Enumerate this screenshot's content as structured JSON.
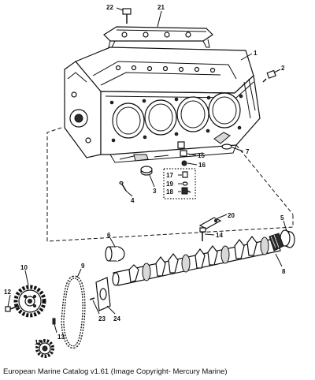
{
  "caption": "European Marine Catalog v1.61 (Image Copyright- Mercury Marine)",
  "callouts": [
    "22",
    "21",
    "1",
    "2",
    "7",
    "15",
    "16",
    "3",
    "4",
    "17",
    "19",
    "18",
    "20",
    "5",
    "14",
    "6",
    "8",
    "9",
    "10",
    "11",
    "12",
    "13",
    "23",
    "24"
  ]
}
